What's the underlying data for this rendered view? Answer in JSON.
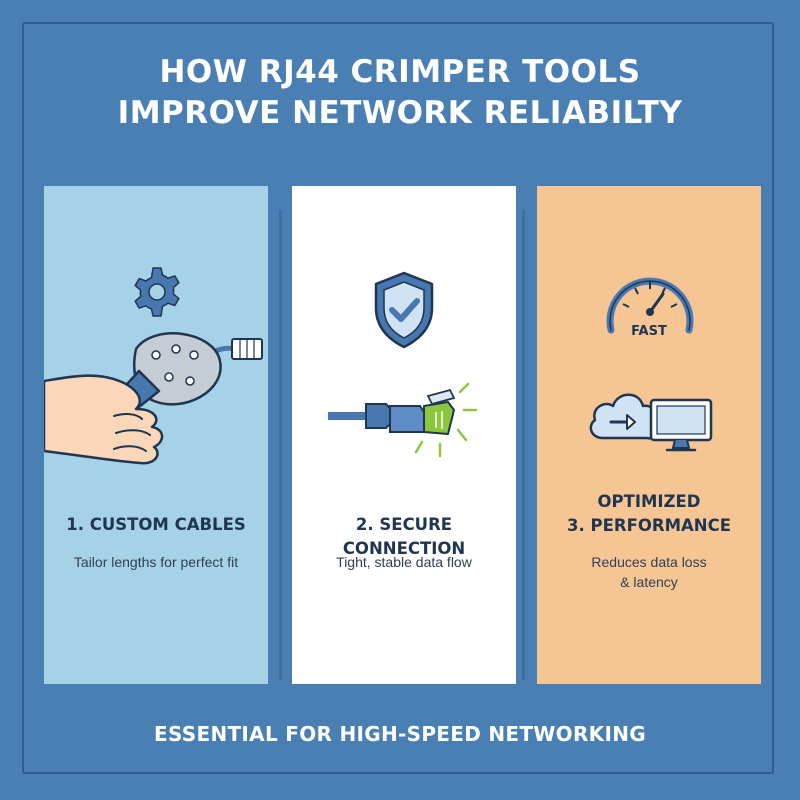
{
  "title": {
    "line1": "HOW RJ44 CRIMPER TOOLS",
    "line2": "IMPROVE NETWORK RELIABILTY"
  },
  "cards": [
    {
      "title": "1. CUSTOM CABLES",
      "description": "Tailor lengths for perfect fit",
      "icons": [
        "gear-icon",
        "hand-crimper-icon"
      ]
    },
    {
      "title": "2. SECURE CONNECTION",
      "description": "Tight, stable data flow",
      "icons": [
        "shield-check-icon",
        "rj45-plug-icon"
      ]
    },
    {
      "title_line1": "OPTIMIZED",
      "title_line2": "3. PERFORMANCE",
      "description_line1": "Reduces data loss",
      "description_line2": "& latency",
      "gauge_label": "FAST",
      "icons": [
        "speedometer-icon",
        "cloud-transfer-icon",
        "monitor-icon"
      ]
    }
  ],
  "footer": "ESSENTIAL FOR HIGH-SPEED NETWORKING",
  "colors": {
    "background": "#4a7fb3",
    "card1": "#a6d2e8",
    "card2": "#ffffff",
    "card3": "#f5c594",
    "icon_blue": "#4978b0",
    "accent_green": "#8cc63f"
  }
}
